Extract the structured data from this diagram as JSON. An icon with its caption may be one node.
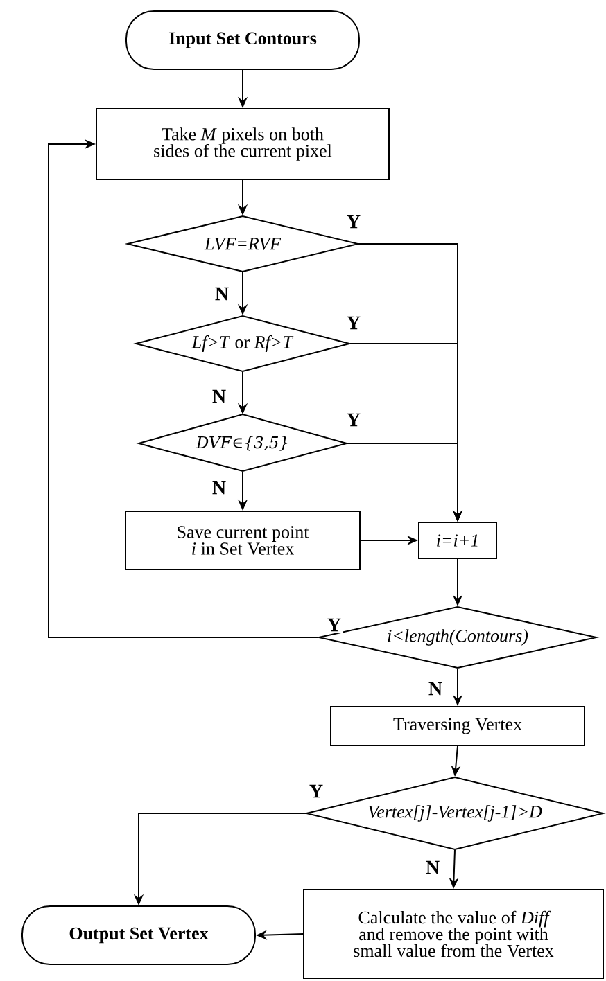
{
  "diagram": {
    "nodes": [
      {
        "text": [
          "Input Set Contours"
        ]
      },
      {
        "text": [
          "Take *M* pixels on both sides of the current pixel"
        ]
      },
      {
        "text": [
          "LVF=RVF"
        ]
      },
      {
        "text": [
          "*Lf>T* or *Rf>T*"
        ]
      },
      {
        "text": [
          "*DVF*∈*{3,5}*"
        ]
      },
      {
        "text": [
          "Save current point *i* in Set Vertex"
        ]
      },
      {
        "text": [
          "i=i+1"
        ]
      },
      {
        "text": [
          "i<length(Contours)"
        ]
      },
      {
        "text": [
          "Traversing Vertex"
        ]
      },
      {
        "text": [
          "Vertex[j]-Vertex[j-1]>D"
        ]
      },
      {
        "text": [
          "Output Set Vertex"
        ]
      },
      {
        "text": [
          "Calculate the value of *Diff* and remove the point with small value from the Vertex"
        ]
      }
    ],
    "edges": [
      {
        "from": 0,
        "to": 1,
        "arrow": "to"
      },
      {
        "from": 1,
        "to": 2,
        "arrow": "to"
      },
      {
        "from": 2,
        "to": 3,
        "arrow": "to",
        "label": "N"
      },
      {
        "from": 2,
        "to": 6,
        "arrow": "to",
        "label": "Y"
      },
      {
        "from": 3,
        "to": 4,
        "arrow": "to",
        "label": "N"
      },
      {
        "from": 3,
        "to": 6,
        "arrow": "to",
        "label": "Y"
      },
      {
        "from": 4,
        "to": 5,
        "arrow": "to",
        "label": "N"
      },
      {
        "from": 4,
        "to": 6,
        "arrow": "to",
        "label": "Y"
      },
      {
        "from": 5,
        "to": 6,
        "arrow": "to"
      },
      {
        "from": 6,
        "to": 7,
        "arrow": "to"
      },
      {
        "from": 7,
        "to": 1,
        "arrow": "to",
        "label": "Y"
      },
      {
        "from": 7,
        "to": 8,
        "arrow": "to",
        "label": "N"
      },
      {
        "from": 8,
        "to": 9,
        "arrow": "to"
      },
      {
        "from": 9,
        "to": 10,
        "arrow": "to",
        "label": "Y"
      },
      {
        "from": 9,
        "to": 11,
        "arrow": "to",
        "label": "N"
      },
      {
        "from": 11,
        "to": 10,
        "arrow": "to"
      }
    ]
  }
}
